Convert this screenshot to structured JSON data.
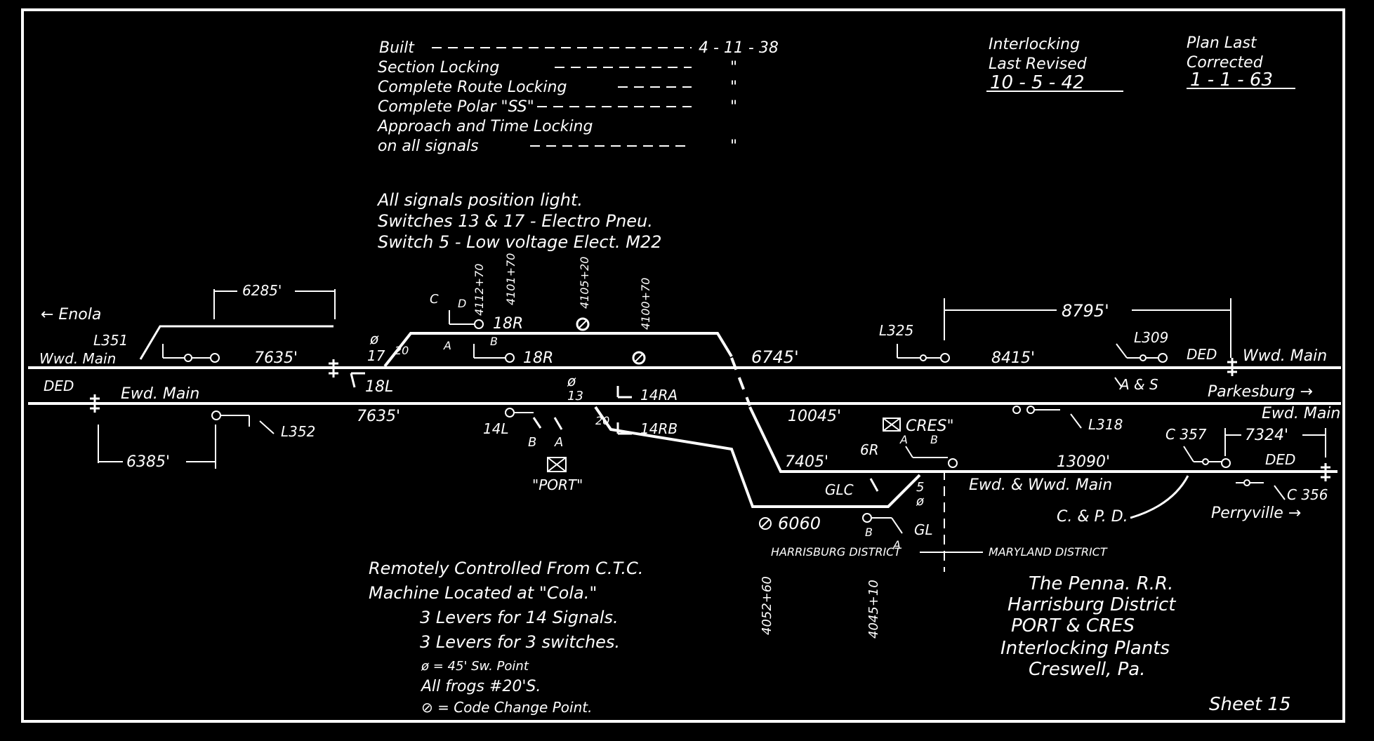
{
  "header": {
    "built": "Built",
    "built_date": "4 - 11 - 38",
    "section_locking": "Section Locking",
    "complete_route": "Complete Route Locking",
    "complete_polar": "Complete Polar \"SS\"",
    "approach": "Approach and Time Locking",
    "on_all": "on all signals",
    "ditto": "\""
  },
  "revisions": {
    "interlocking_1": "Interlocking",
    "interlocking_2": "Last Revised",
    "interlocking_date": "10 - 5 - 42",
    "plan_1": "Plan Last",
    "plan_2": "Corrected",
    "plan_date": "1 - 1 - 63"
  },
  "notes_top": {
    "line1": "All signals position light.",
    "line2": "Switches 13 & 17 - Electro Pneu.",
    "line3": "Switch 5 - Low voltage Elect. M22"
  },
  "stations": {
    "enola": "← Enola",
    "wwd_main_left": "Wwd. Main",
    "ded_left": "DED",
    "ewd_main_left": "Ewd. Main",
    "ded_right": "DED",
    "wwd_main_right": "Wwd. Main",
    "parkesburg": "Parkesburg →",
    "ewd_main_right": "Ewd. Main",
    "ded_right2": "DED",
    "perryville": "Perryville →",
    "ewd_wwd_main": "Ewd. & Wwd. Main",
    "cpd": "C. & P. D."
  },
  "signals": {
    "l351": "L351",
    "l352": "L352",
    "s18l": "18L",
    "s18r_top": "18R",
    "s18r": "18R",
    "s14l": "14L",
    "s14ra": "14RA",
    "s14rb": "14RB",
    "l325": "L325",
    "l309": "L309",
    "l318": "L318",
    "c357": "C 357",
    "c356": "C 356",
    "gr6": "6R",
    "glc": "GLC",
    "gl": "GL",
    "acs": "A & S",
    "lab_c": "C",
    "lab_d": "D",
    "lab_a": "A",
    "lab_b": "B",
    "lab_b2": "B",
    "lab_a2": "A",
    "lab_a3": "A",
    "lab_b3": "B",
    "lab_b4": "B",
    "lab_a4": "A"
  },
  "switches": {
    "sw17": "17",
    "sw20": "20",
    "sw13": "13",
    "sw20b": "20",
    "sw5": "5",
    "phi": "ø"
  },
  "towers": {
    "port": "\"PORT\"",
    "cres": "CRES\""
  },
  "distances": {
    "d6285": "6285'",
    "d7635_top": "7635'",
    "d7635_bot": "7635'",
    "d6385": "6385'",
    "d6745": "6745'",
    "d8795": "8795'",
    "d8415": "8415'",
    "d10045": "10045'",
    "d7405": "7405'",
    "d13090": "13090'",
    "d7324": "7324'",
    "d6060": "6060"
  },
  "mileposts": {
    "mp4112": "4112+70",
    "mp4101": "4101+70",
    "mp4105": "4105+20",
    "mp4100": "4100+70",
    "mp4052": "4052+60",
    "mp4045": "4045+10"
  },
  "districts": {
    "harrisburg": "HARRISBURG DISTRICT",
    "maryland": "MARYLAND DISTRICT"
  },
  "notes_bottom": {
    "line1": "Remotely Controlled From C.T.C.",
    "line2": "Machine Located at \"Cola.\"",
    "line3": "3 Levers for 14 Signals.",
    "line4": "3 Levers for 3 switches.",
    "line5": "ø = 45' Sw. Point",
    "line6": "All frogs #20'S.",
    "line7": "⊘ = Code Change Point."
  },
  "title_block": {
    "line1": "The Penna. R.R.",
    "line2": "Harrisburg District",
    "line3": "PORT & CRES",
    "line4": "Interlocking Plants",
    "line5": "Creswell, Pa.",
    "sheet": "Sheet 15"
  }
}
